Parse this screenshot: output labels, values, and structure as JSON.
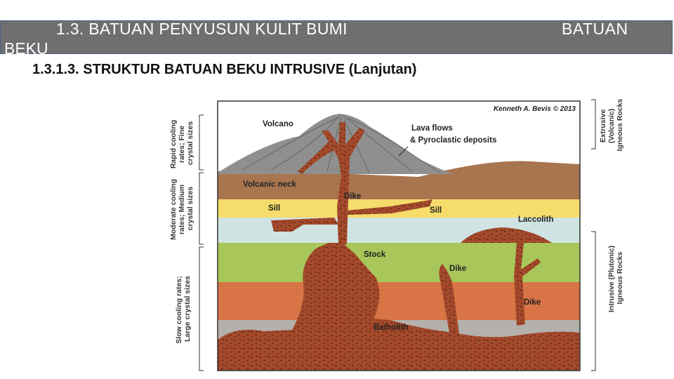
{
  "header": {
    "title_line1": "1.3. BATUAN PENYUSUN KULIT BUMI",
    "title_right": "BATUAN",
    "title_line2": "BEKU"
  },
  "subtitle": "1.3.1.3. STRUKTUR BATUAN BEKU INTRUSIVE (Lanjutan)",
  "diagram": {
    "credit": "Kenneth A. Bevis © 2013",
    "labels": {
      "volcano": "Volcano",
      "lava_flows_1": "Lava flows",
      "lava_flows_2": "& Pyroclastic deposits",
      "volcanic_neck": "Volcanic neck",
      "dike_top": "Dike",
      "sill_left": "Sill",
      "sill_right": "Sill",
      "laccolith": "Laccolith",
      "stock": "Stock",
      "dike_mid": "Dike",
      "dike_right": "Dike",
      "batholith": "Batholith"
    },
    "left_axis": {
      "rapid": [
        "Rapid cooling",
        "rates; Fine",
        "crystal sizes"
      ],
      "moderate": [
        "Moderate cooling",
        "rates; Medium",
        "crystal sizes"
      ],
      "slow": [
        "Slow cooling rates;",
        "Large crystal sizes"
      ]
    },
    "right_axis": {
      "extrusive": [
        "Extrusive",
        "(Volcanic)",
        "Igneous Rocks"
      ],
      "intrusive": [
        "Intrusive (Plutonic)",
        "Igneous Rocks"
      ]
    },
    "colors": {
      "magma": "#a4492b",
      "volcano": "#8a8a8a",
      "band_brown": "#a8754f",
      "band_yellow": "#f5dc6b",
      "band_lightblue": "#cfe3e2",
      "band_green": "#a9c65a",
      "band_orange": "#d87445",
      "band_gray": "#b4b0ab"
    }
  }
}
